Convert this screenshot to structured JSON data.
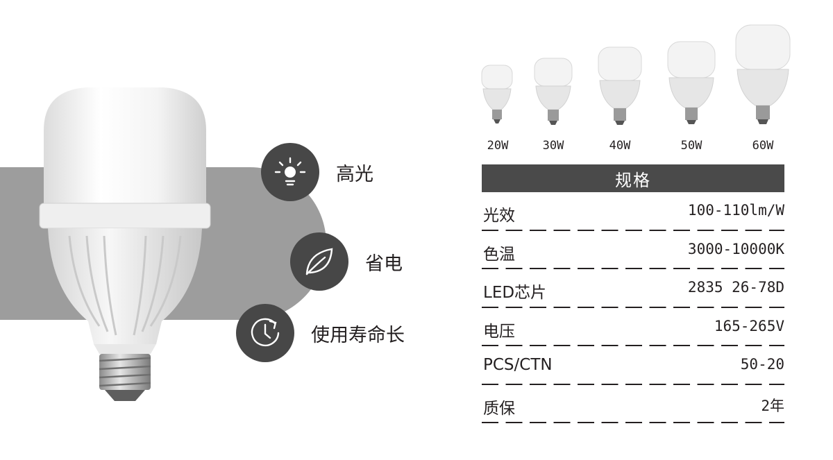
{
  "features": [
    {
      "icon": "sun-icon",
      "label": "高光"
    },
    {
      "icon": "leaf-icon",
      "label": "省电"
    },
    {
      "icon": "clock-refresh-icon",
      "label": "使用寿命长"
    }
  ],
  "variants": [
    "20W",
    "30W",
    "40W",
    "50W",
    "60W"
  ],
  "spec": {
    "title": "规格",
    "rows": [
      {
        "label": "光效",
        "value": "100-110lm/W"
      },
      {
        "label": "色温",
        "value": "3000-10000K"
      },
      {
        "label": "LED芯片",
        "value": "2835 26-78D"
      },
      {
        "label": "电压",
        "value": "165-265V"
      },
      {
        "label": "PCS/CTN",
        "value": "50-20"
      },
      {
        "label": "质保",
        "value": "2年"
      }
    ]
  },
  "colors": {
    "band": "#9d9d9d",
    "badge": "#474747",
    "header": "#4a4a4a",
    "text": "#231f20"
  }
}
